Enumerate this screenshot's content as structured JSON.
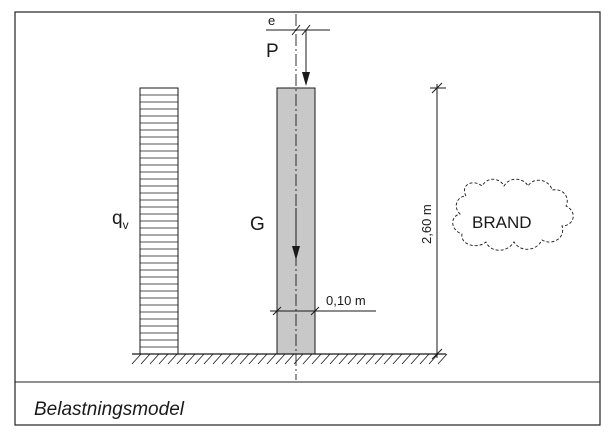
{
  "figure": {
    "caption": "Belastningsmodel",
    "labels": {
      "eccentricity": "e",
      "point_load": "P",
      "self_weight": "G",
      "distributed_load": "q",
      "distributed_load_subscript": "v",
      "height": "2,60 m",
      "thickness": "0,10 m",
      "fire": "BRAND"
    }
  },
  "colors": {
    "frame_stroke": "#000000",
    "line": "#1a1a1a",
    "wall_fill": "#c8c8c8",
    "background": "#ffffff"
  }
}
